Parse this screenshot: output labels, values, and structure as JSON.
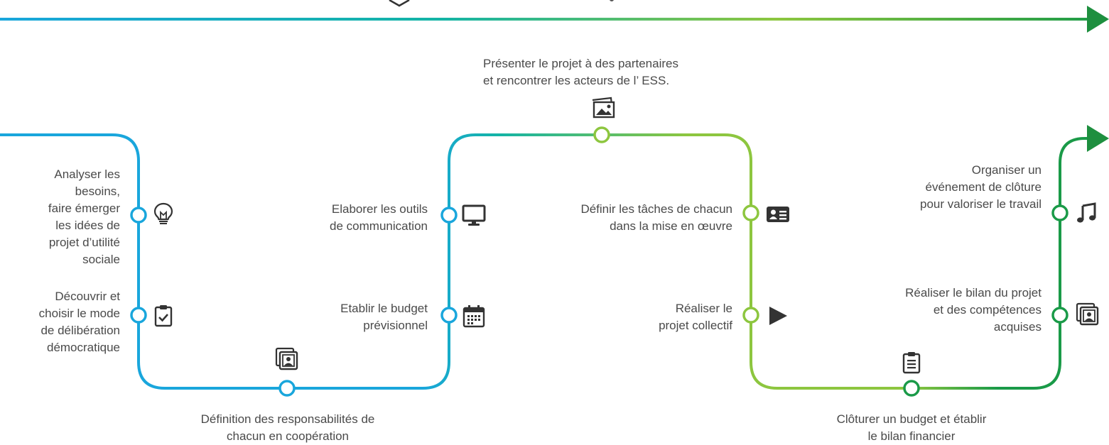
{
  "colors": {
    "blue": "#19a6dc",
    "teal": "#14b4a5",
    "lime": "#8dc63f",
    "green": "#1a9a48",
    "dark_green": "#1e8f3f",
    "text": "#4a4a4a",
    "icon": "#333333"
  },
  "steps": [
    {
      "id": "analyser",
      "lines": [
        "Analyser les",
        "besoins,",
        "faire émerger",
        "les idées de",
        "projet d’utilité",
        "sociale"
      ],
      "icon": "lightbulb-icon"
    },
    {
      "id": "decouvrir",
      "lines": [
        "Découvrir et",
        "choisir le mode",
        "de délibération",
        "démocratique"
      ],
      "icon": "clipboard-check-icon"
    },
    {
      "id": "definition",
      "lines": [
        "Définition des responsabilités de",
        "chacun en coopération"
      ],
      "icon": "photo-portrait-icon"
    },
    {
      "id": "etablir",
      "lines": [
        "Etablir le budget",
        "prévisionnel"
      ],
      "icon": "calendar-icon"
    },
    {
      "id": "elaborer",
      "lines": [
        "Elaborer les outils",
        "de communication"
      ],
      "icon": "monitor-icon"
    },
    {
      "id": "presenter",
      "lines": [
        "Présenter le projet à des partenaires",
        "et rencontrer les acteurs de l’ ESS."
      ],
      "icon": "picture-icon"
    },
    {
      "id": "definir",
      "lines": [
        "Définir les tâches de chacun",
        "dans la mise en œuvre"
      ],
      "icon": "id-card-icon"
    },
    {
      "id": "realiser",
      "lines": [
        "Réaliser le",
        "projet collectif"
      ],
      "icon": "play-icon"
    },
    {
      "id": "cloturer",
      "lines": [
        "Clôturer un budget et établir",
        "le bilan financier"
      ],
      "icon": "clipboard-list-icon"
    },
    {
      "id": "bilan",
      "lines": [
        "Réaliser le bilan du projet",
        "et des compétences",
        "acquises"
      ],
      "icon": "photo-portrait-icon"
    },
    {
      "id": "organiser",
      "lines": [
        "Organiser un",
        "événement de clôture",
        "pour valoriser le travail"
      ],
      "icon": "music-note-icon"
    }
  ]
}
